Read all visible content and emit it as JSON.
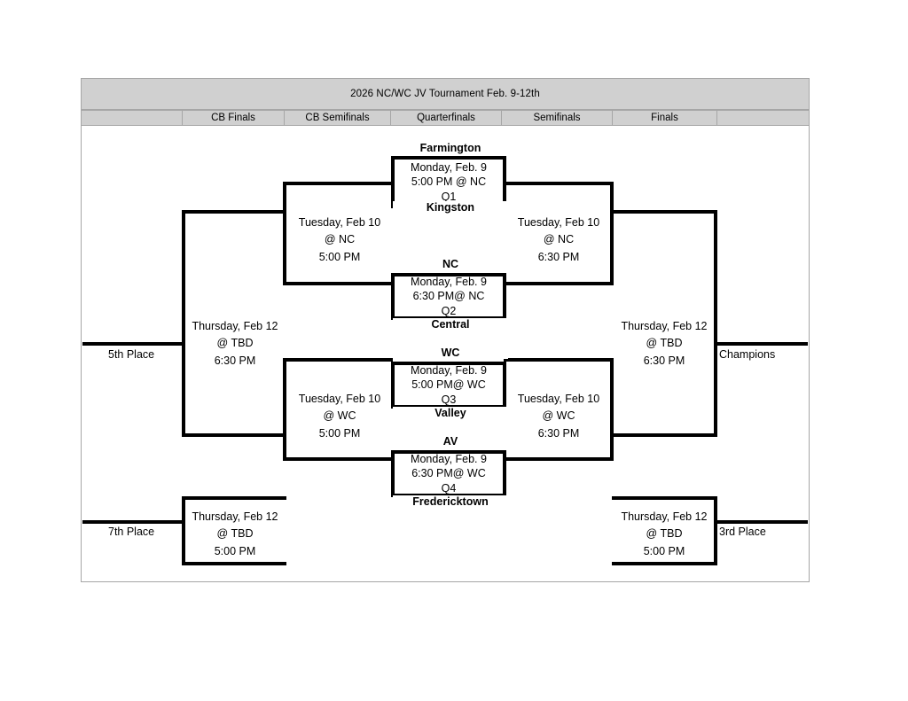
{
  "header": {
    "title": "2026 NC/WC JV Tournament Feb. 9-12th",
    "rounds": [
      {
        "label": ""
      },
      {
        "label": "CB Finals"
      },
      {
        "label": "CB Semifinals"
      },
      {
        "label": "Quarterfinals"
      },
      {
        "label": "Semifinals"
      },
      {
        "label": "Finals"
      },
      {
        "label": ""
      }
    ]
  },
  "quarterfinals": [
    {
      "id": "Q1",
      "top_team": "Farmington",
      "bottom_team": "Kingston",
      "date": "Monday, Feb. 9",
      "time_site": "5:00 PM @ NC",
      "code": "Q1"
    },
    {
      "id": "Q2",
      "top_team": "NC",
      "bottom_team": "Central",
      "date": "Monday, Feb. 9",
      "time_site": "6:30 PM@ NC",
      "code": "Q2"
    },
    {
      "id": "Q3",
      "top_team": "WC",
      "bottom_team": "Valley",
      "date": "Monday, Feb. 9",
      "time_site": "5:00 PM@ WC",
      "code": "Q3"
    },
    {
      "id": "Q4",
      "top_team": "AV",
      "bottom_team": "Fredericktown",
      "date": "Monday, Feb. 9",
      "time_site": "6:30 PM@ WC",
      "code": "Q4"
    }
  ],
  "semifinals": {
    "upper_consolation": {
      "date": "Tuesday, Feb 10",
      "site": "@ NC",
      "time": "5:00 PM"
    },
    "upper_winners": {
      "date": "Tuesday, Feb 10",
      "site": "@ NC",
      "time": "6:30 PM"
    },
    "lower_consolation": {
      "date": "Tuesday, Feb 10",
      "site": "@ WC",
      "time": "5:00 PM"
    },
    "lower_winners": {
      "date": "Tuesday, Feb 10",
      "site": "@ WC",
      "time": "6:30 PM"
    }
  },
  "finals": {
    "cb_finals_upper": {
      "date": "Thursday, Feb 12",
      "site": "@ TBD",
      "time": "6:30 PM"
    },
    "cb_finals_lower": {
      "date": "Thursday, Feb 12",
      "site": "@ TBD",
      "time": "5:00 PM"
    },
    "championship": {
      "date": "Thursday, Feb 12",
      "site": "@ TBD",
      "time": "6:30 PM"
    },
    "third_place_game": {
      "date": "Thursday, Feb 12",
      "site": "@ TBD",
      "time": "5:00 PM"
    }
  },
  "placements": {
    "fifth": "5th Place",
    "seventh": "7th Place",
    "champions": "Champions",
    "third": "3rd Place"
  },
  "colors": {
    "header_fill": "#d0d0d0",
    "grid_line": "#a6a6a6",
    "bracket_line": "#000000",
    "page_background": "#ffffff"
  }
}
